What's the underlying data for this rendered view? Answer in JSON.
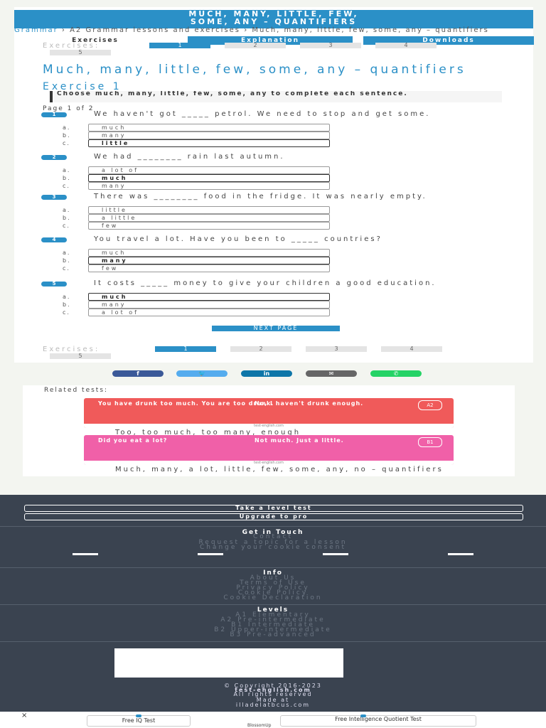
{
  "header": {
    "title_line1": "MUCH, MANY, LITTLE, FEW,",
    "title_line2": "SOME, ANY – QUANTIFIERS"
  },
  "breadcrumb": {
    "grammar": "Grammar",
    "rest": " › A2 Grammar lessons and exercises › Much, many, little, few, some, any – quantifiers"
  },
  "tabs": {
    "exercises": "Exercises",
    "explanation": "Explanation",
    "downloads": "Downloads"
  },
  "pager": {
    "label": "Exercises:",
    "pages": [
      "1",
      "2",
      "3",
      "4"
    ],
    "extra": "5"
  },
  "main": {
    "heading": "Much, many, little, few, some, any – quantifiers",
    "exercise_title": "Exercise 1",
    "instruction": "Choose much, many, little, few, some, any to complete each sentence.",
    "page_of": "Page 1 of 2",
    "next_button": "NEXT PAGE"
  },
  "questions": [
    {
      "num": "1",
      "text": "We haven't got _____ petrol. We need to stop and get some.",
      "options": [
        {
          "letter": "a.",
          "text": "much",
          "selected": false
        },
        {
          "letter": "b.",
          "text": "many",
          "selected": false
        },
        {
          "letter": "c.",
          "text": "little",
          "selected": true
        }
      ]
    },
    {
      "num": "2",
      "text": "We had ________ rain last autumn.",
      "options": [
        {
          "letter": "a.",
          "text": "a lot of",
          "selected": false
        },
        {
          "letter": "b.",
          "text": "much",
          "selected": true
        },
        {
          "letter": "c.",
          "text": "many",
          "selected": false
        }
      ]
    },
    {
      "num": "3",
      "text": "There was ________ food in the fridge. It was nearly empty.",
      "options": [
        {
          "letter": "a.",
          "text": "little",
          "selected": false
        },
        {
          "letter": "b.",
          "text": "a little",
          "selected": false
        },
        {
          "letter": "c.",
          "text": "few",
          "selected": false
        }
      ]
    },
    {
      "num": "4",
      "text": "You travel a lot. Have you been to _____ countries?",
      "options": [
        {
          "letter": "a.",
          "text": "much",
          "selected": false
        },
        {
          "letter": "b.",
          "text": "many",
          "selected": true
        },
        {
          "letter": "c.",
          "text": "few",
          "selected": false
        }
      ]
    },
    {
      "num": "5",
      "text": "It costs _____ money to give your children a good education.",
      "options": [
        {
          "letter": "a.",
          "text": "much",
          "selected": true
        },
        {
          "letter": "b.",
          "text": "many",
          "selected": false
        },
        {
          "letter": "c.",
          "text": "a lot of",
          "selected": false
        }
      ]
    }
  ],
  "share": [
    {
      "icon": "facebook-icon",
      "glyph": "f",
      "color": "#3b5998"
    },
    {
      "icon": "twitter-icon",
      "glyph": "🐦",
      "color": "#55acee"
    },
    {
      "icon": "linkedin-icon",
      "glyph": "in",
      "color": "#0e76a8"
    },
    {
      "icon": "email-icon",
      "glyph": "✉",
      "color": "#666666"
    },
    {
      "icon": "whatsapp-icon",
      "glyph": "✆",
      "color": "#25d366"
    }
  ],
  "related": {
    "title": "Related tests:",
    "items": [
      {
        "banner_left": "You have drunk too much. You are too drunk.",
        "banner_right": "No, I haven't drunk enough.",
        "badge": "A2",
        "site": "test-english.com",
        "title": "Too, too much, too many, enough",
        "color": "#f05a5a"
      },
      {
        "banner_left": "Did you eat a lot?",
        "banner_right": "Not much. Just a little.",
        "badge": "B1",
        "site": "test-english.com",
        "title": "Much, many, a lot, little, few, some, any, no – quantifiers",
        "color": "#f060a8"
      }
    ]
  },
  "footer": {
    "level_test": "Take a level test",
    "upgrade": "Upgrade to pro",
    "get_in_touch": "Get in Touch",
    "contact": "Contact",
    "request": "Request a topic for a lesson",
    "cookie_consent": "Change your cookie consent",
    "info": "Info",
    "info_links": [
      "About Us",
      "Terms of Use",
      "Privacy Policy",
      "Cookie Policy",
      "Cookie Declaration"
    ],
    "levels": "Levels",
    "level_links": [
      "A1 Elementary",
      "A2 Pre-intermediate",
      "B1 Intermediate",
      "B2 Upper-intermediate",
      "B3 Pre-advanced"
    ],
    "copyright": "© Copyright 2016-2023",
    "site": "test-english.com",
    "rights": "All rights reserved",
    "made_at": "Made at",
    "made_site": "illadelatbcus.com"
  },
  "ad": {
    "close": "×",
    "btn1": "Free IQ Test",
    "btn2": "Free Intelligence Quotient Test",
    "by": "BlossomUp"
  }
}
